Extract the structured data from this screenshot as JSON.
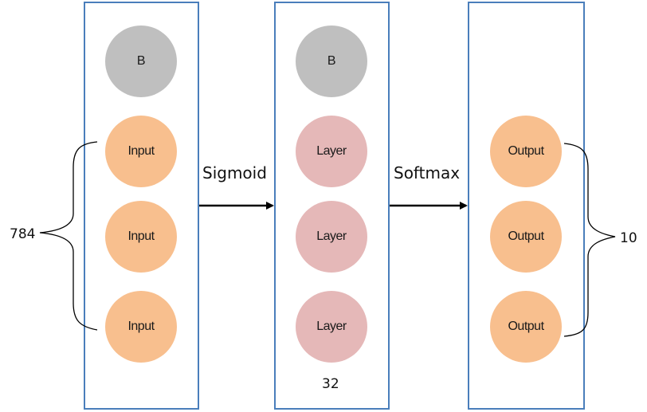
{
  "columns": {
    "input": {
      "bias": "B",
      "nodes": [
        "Input",
        "Input",
        "Input"
      ],
      "count": "784"
    },
    "hidden": {
      "bias": "B",
      "nodes": [
        "Layer",
        "Layer",
        "Layer"
      ],
      "count": "32"
    },
    "output": {
      "nodes": [
        "Output",
        "Output",
        "Output"
      ],
      "count": "10"
    }
  },
  "arrows": {
    "first": "Sigmoid",
    "second": "Softmax"
  },
  "colors": {
    "border": "#4a7ebb",
    "bias": "#bfbfbf",
    "input": "#f8bf8e",
    "hidden": "#e5b8b8",
    "output": "#f8bf8e"
  }
}
